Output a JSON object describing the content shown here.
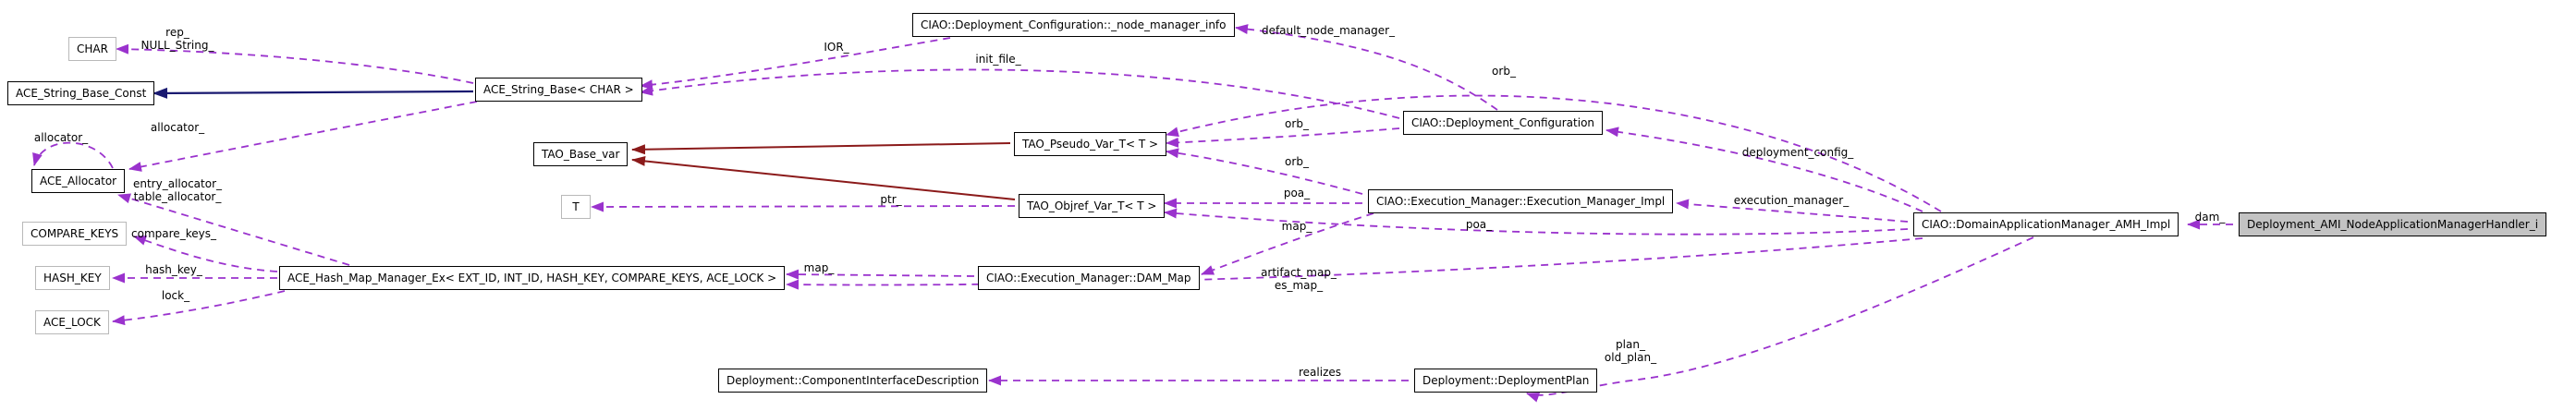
{
  "diagram_type": "doxygen-collaboration-graph",
  "colors": {
    "usage_edge": "#9a32cd",
    "public_inheritance_edge": "#191970",
    "other_inheritance_edge": "#8b1a1a",
    "node_border": "#000000",
    "external_node_border": "#b9b9b9",
    "current_node_fill": "#c3c3c3",
    "background": "#ffffff"
  },
  "nodes": {
    "char": {
      "label": "CHAR"
    },
    "string_const": {
      "label": "ACE_String_Base_Const"
    },
    "allocator": {
      "label": "ACE_Allocator"
    },
    "compare_keys": {
      "label": "COMPARE_KEYS"
    },
    "hash_key": {
      "label": "HASH_KEY"
    },
    "ace_lock": {
      "label": "ACE_LOCK"
    },
    "string_base": {
      "label": "ACE_String_Base< CHAR >"
    },
    "base_var": {
      "label": "TAO_Base_var"
    },
    "t": {
      "label": "T"
    },
    "pseudo_var": {
      "label": "TAO_Pseudo_Var_T< T >"
    },
    "objref_var": {
      "label": "TAO_Objref_Var_T< T >"
    },
    "node_manager_info": {
      "label": "CIAO::Deployment_Configuration::_node_manager_info"
    },
    "deployment_configuration": {
      "label": "CIAO::Deployment_Configuration"
    },
    "execution_manager_impl": {
      "label": "CIAO::Execution_Manager::Execution_Manager_Impl"
    },
    "dam_map": {
      "label": "CIAO::Execution_Manager::DAM_Map"
    },
    "hash_map": {
      "label": "ACE_Hash_Map_Manager_Ex< EXT_ID, INT_ID, HASH_KEY, COMPARE_KEYS, ACE_LOCK >"
    },
    "component_iface": {
      "label": "Deployment::ComponentInterfaceDescription"
    },
    "deployment_plan": {
      "label": "Deployment::DeploymentPlan"
    },
    "domain_app_mgr": {
      "label": "CIAO::DomainApplicationManager_AMH_Impl"
    },
    "handler": {
      "label": "Deployment_AMI_NodeApplicationManagerHandler_i"
    }
  },
  "edges": [
    {
      "from": "string_base",
      "to": "char",
      "type": "usage",
      "labels": [
        "rep_",
        "NULL_String_"
      ]
    },
    {
      "from": "string_base",
      "to": "string_const",
      "type": "public-inheritance",
      "labels": []
    },
    {
      "from": "string_base",
      "to": "allocator",
      "type": "usage",
      "labels": [
        "allocator_"
      ]
    },
    {
      "from": "allocator",
      "to": "allocator",
      "type": "usage",
      "labels": [
        "allocator_"
      ]
    },
    {
      "from": "hash_map",
      "to": "allocator",
      "type": "usage",
      "labels": [
        "entry_allocator_",
        "table_allocator_"
      ]
    },
    {
      "from": "hash_map",
      "to": "compare_keys",
      "type": "usage",
      "labels": [
        "compare_keys_"
      ]
    },
    {
      "from": "hash_map",
      "to": "hash_key",
      "type": "usage",
      "labels": [
        "hash_key_"
      ]
    },
    {
      "from": "hash_map",
      "to": "ace_lock",
      "type": "usage",
      "labels": [
        "lock_"
      ]
    },
    {
      "from": "dam_map",
      "to": "hash_map",
      "type": "usage",
      "labels": [
        "map_"
      ]
    },
    {
      "from": "domain_app_mgr",
      "to": "hash_map",
      "type": "usage",
      "labels": [
        "artifact_map_",
        "es_map_"
      ]
    },
    {
      "from": "objref_var",
      "to": "t",
      "type": "usage",
      "labels": [
        "ptr_"
      ]
    },
    {
      "from": "pseudo_var",
      "to": "base_var",
      "type": "other-inheritance",
      "labels": []
    },
    {
      "from": "objref_var",
      "to": "base_var",
      "type": "other-inheritance",
      "labels": []
    },
    {
      "from": "node_manager_info",
      "to": "string_base",
      "type": "usage",
      "labels": [
        "IOR_"
      ]
    },
    {
      "from": "deployment_configuration",
      "to": "string_base",
      "type": "usage",
      "labels": [
        "init_file_"
      ]
    },
    {
      "from": "deployment_configuration",
      "to": "node_manager_info",
      "type": "usage",
      "labels": [
        "default_node_manager_"
      ]
    },
    {
      "from": "domain_app_mgr",
      "to": "pseudo_var",
      "type": "usage",
      "labels": [
        "orb_"
      ]
    },
    {
      "from": "deployment_configuration",
      "to": "pseudo_var",
      "type": "usage",
      "labels": [
        "orb_"
      ]
    },
    {
      "from": "execution_manager_impl",
      "to": "pseudo_var",
      "type": "usage",
      "labels": [
        "orb_"
      ]
    },
    {
      "from": "execution_manager_impl",
      "to": "objref_var",
      "type": "usage",
      "labels": [
        "poa_"
      ]
    },
    {
      "from": "domain_app_mgr",
      "to": "objref_var",
      "type": "usage",
      "labels": [
        "poa_"
      ]
    },
    {
      "from": "execution_manager_impl",
      "to": "dam_map",
      "type": "usage",
      "labels": [
        "map_"
      ]
    },
    {
      "from": "domain_app_mgr",
      "to": "deployment_configuration",
      "type": "usage",
      "labels": [
        "deployment_config_"
      ]
    },
    {
      "from": "domain_app_mgr",
      "to": "execution_manager_impl",
      "type": "usage",
      "labels": [
        "execution_manager_"
      ]
    },
    {
      "from": "handler",
      "to": "domain_app_mgr",
      "type": "usage",
      "labels": [
        "dam_"
      ]
    },
    {
      "from": "domain_app_mgr",
      "to": "deployment_plan",
      "type": "usage",
      "labels": [
        "plan_",
        "old_plan_"
      ]
    },
    {
      "from": "deployment_plan",
      "to": "component_iface",
      "type": "usage",
      "labels": [
        "realizes"
      ]
    }
  ]
}
